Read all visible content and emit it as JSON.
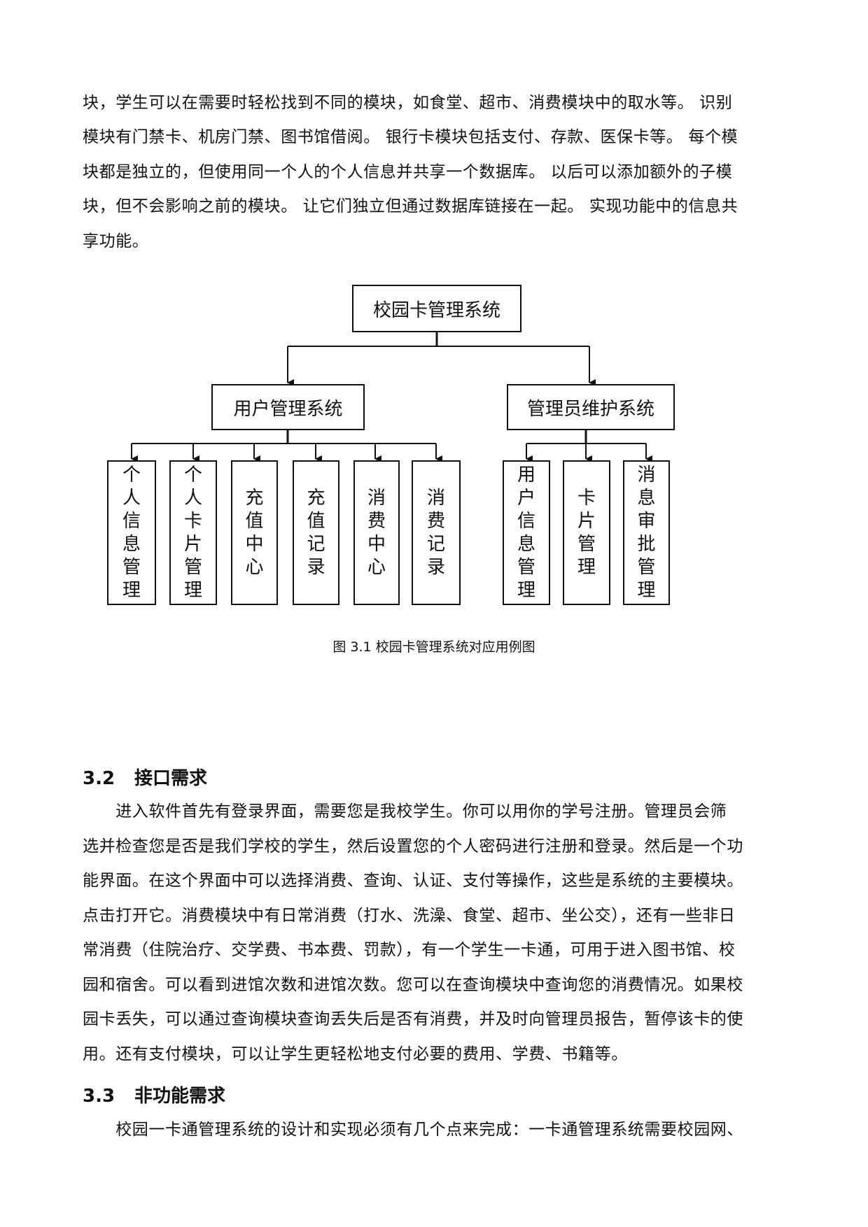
{
  "intro_lines": [
    "块，学生可以在需要时轻松找到不同的模块，如食堂、超市、消费模块中的取水等。 识别",
    "模块有门禁卡、机房门禁、图书馆借阅。 银行卡模块包括支付、存款、医保卡等。 每个模",
    "块都是独立的，但使用同一个人的个人信息并共享一个数据库。 以后可以添加额外的子模",
    "块，但不会影响之前的模块。 让它们独立但通过数据库链接在一起。 实现功能中的信息共",
    "享功能。"
  ],
  "diagram": {
    "root": "校园卡管理系统",
    "branches": [
      {
        "label": "用户管理系统",
        "children": [
          "个人信息管理",
          "个人卡片管理",
          "充值中心",
          "充值记录",
          "消费中心",
          "消费记录"
        ]
      },
      {
        "label": "管理员维护系统",
        "children": [
          "用户信息管理",
          "卡片管理",
          "消息审批管理"
        ]
      }
    ],
    "caption": "图 3.1 校园卡管理系统对应用例图"
  },
  "section_3_2": {
    "number": "3.2",
    "title": "接口需求",
    "lines": [
      "　　进入软件首先有登录界面，需要您是我校学生。你可以用你的学号注册。管理员会筛",
      "选并检查您是否是我们学校的学生，然后设置您的个人密码进行注册和登录。然后是一个功",
      "能界面。在这个界面中可以选择消费、查询、认证、支付等操作，这些是系统的主要模块。",
      "点击打开它。消费模块中有日常消费（打水、洗澡、食堂、超市、坐公交），还有一些非日",
      "常消费（住院治疗、交学费、书本费、罚款），有一个学生一卡通，可用于进入图书馆、校",
      "园和宿舍。可以看到进馆次数和进馆次数。您可以在查询模块中查询您的消费情况。如果校",
      "园卡丢失，可以通过查询模块查询丢失后是否有消费，并及时向管理员报告，暂停该卡的使",
      "用。还有支付模块，可以让学生更轻松地支付必要的费用、学费、书籍等。"
    ]
  },
  "section_3_3": {
    "number": "3.3",
    "title": "非功能需求",
    "lines": [
      "　　校园一卡通管理系统的设计和实现必须有几个点来完成：一卡通管理系统需要校园网、"
    ]
  }
}
